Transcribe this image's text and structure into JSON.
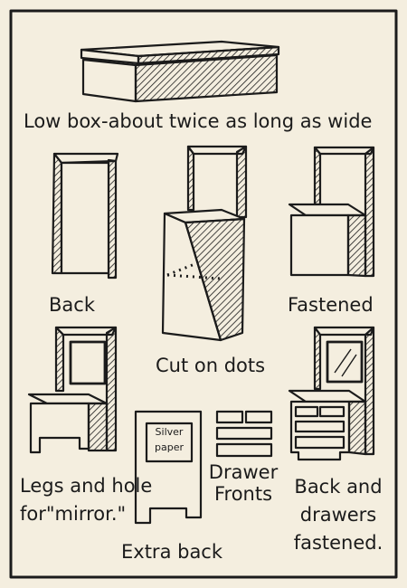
{
  "captions": {
    "low_box": "Low box-about twice as long as wide",
    "back": "Back",
    "fastened": "Fastened",
    "cut_on_dots": "Cut on dots",
    "legs_line1": "Legs and hole",
    "legs_line2": "for\"mirror.\"",
    "drawer_line1": "Drawer",
    "drawer_line2": "Fronts",
    "back_drawers_line1": "Back and",
    "back_drawers_line2": "drawers",
    "back_drawers_line3": "fastened.",
    "extra_back": "Extra back",
    "silver_line1": "Silver",
    "silver_line2": "paper"
  }
}
